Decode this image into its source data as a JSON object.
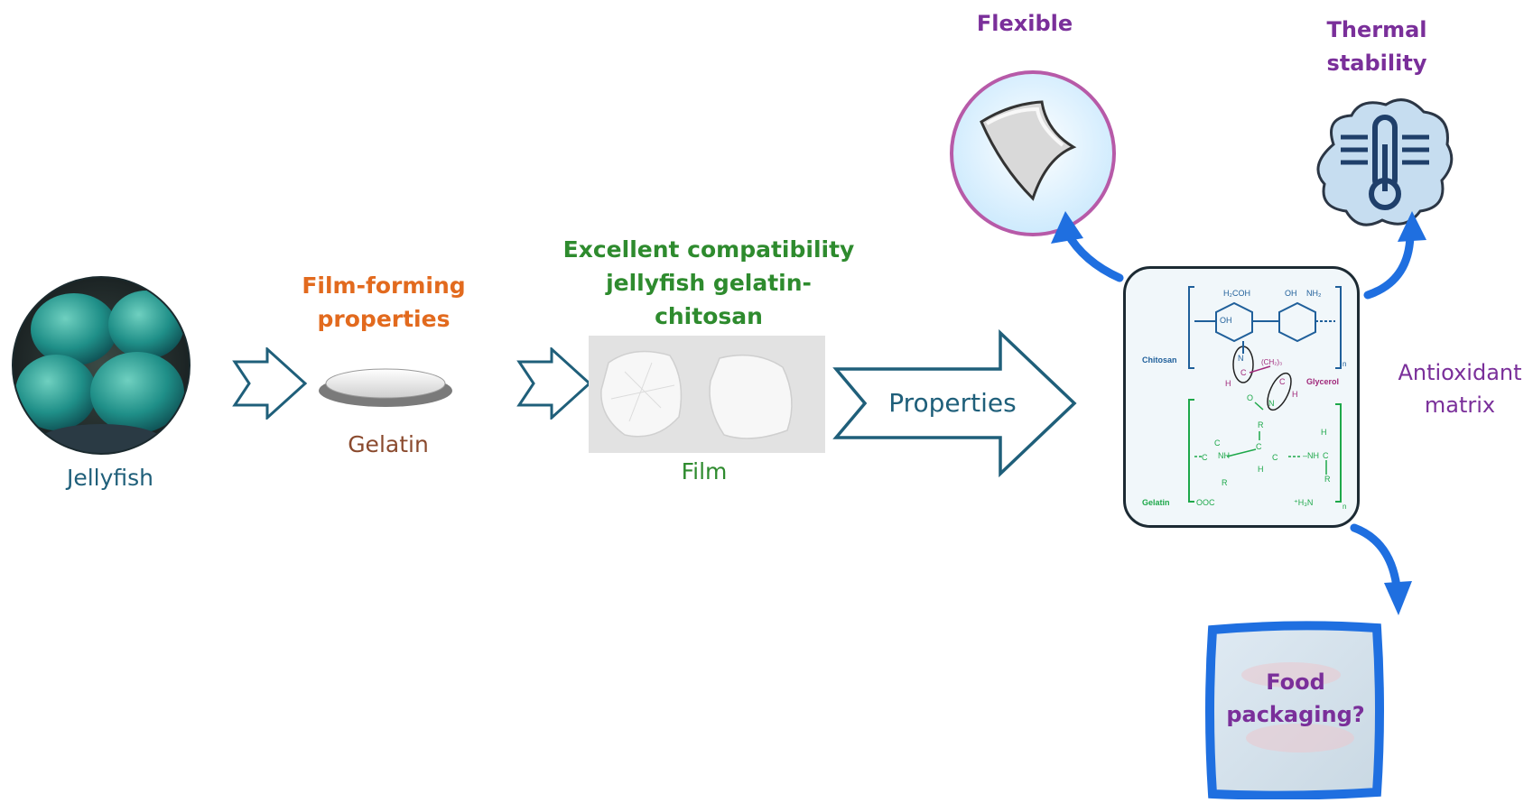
{
  "steps": {
    "jellyfish_label": "Jellyfish",
    "gelatin_title_line1": "Film-forming",
    "gelatin_title_line2": "properties",
    "gelatin_label": "Gelatin",
    "film_title_line1": "Excellent compatibility",
    "film_title_line2": "jellyfish gelatin-",
    "film_title_line3": "chitosan",
    "film_label": "Film",
    "properties_label": "Properties"
  },
  "outcomes": {
    "flexible": "Flexible",
    "thermal_line1": "Thermal",
    "thermal_line2": "stability",
    "antioxidant_line1": "Antioxidant",
    "antioxidant_line2": "matrix",
    "food_line1": "Food",
    "food_line2": "packaging?"
  },
  "structure": {
    "chitosan": "Chitosan",
    "gelatin": "Gelatin",
    "glycerol": "Glycerol",
    "h2coh": "H₂COH",
    "oh": "OH",
    "nh2": "NH₂",
    "ch2_3": "(CH₂)₃",
    "h3n": "⁺H₃N",
    "ooc": "OOC",
    "n_sub": "n"
  },
  "colors": {
    "orange": "#e26a1e",
    "green": "#2e8b2e",
    "teal": "#1f5f7a",
    "brown": "#8a4a2e",
    "purple": "#7a2f9a",
    "arrow_blue": "#1f6fe0",
    "chitosan_blue": "#1f5f9a",
    "gelatin_green": "#1ea84a",
    "glycerol_purple": "#a0287a"
  }
}
